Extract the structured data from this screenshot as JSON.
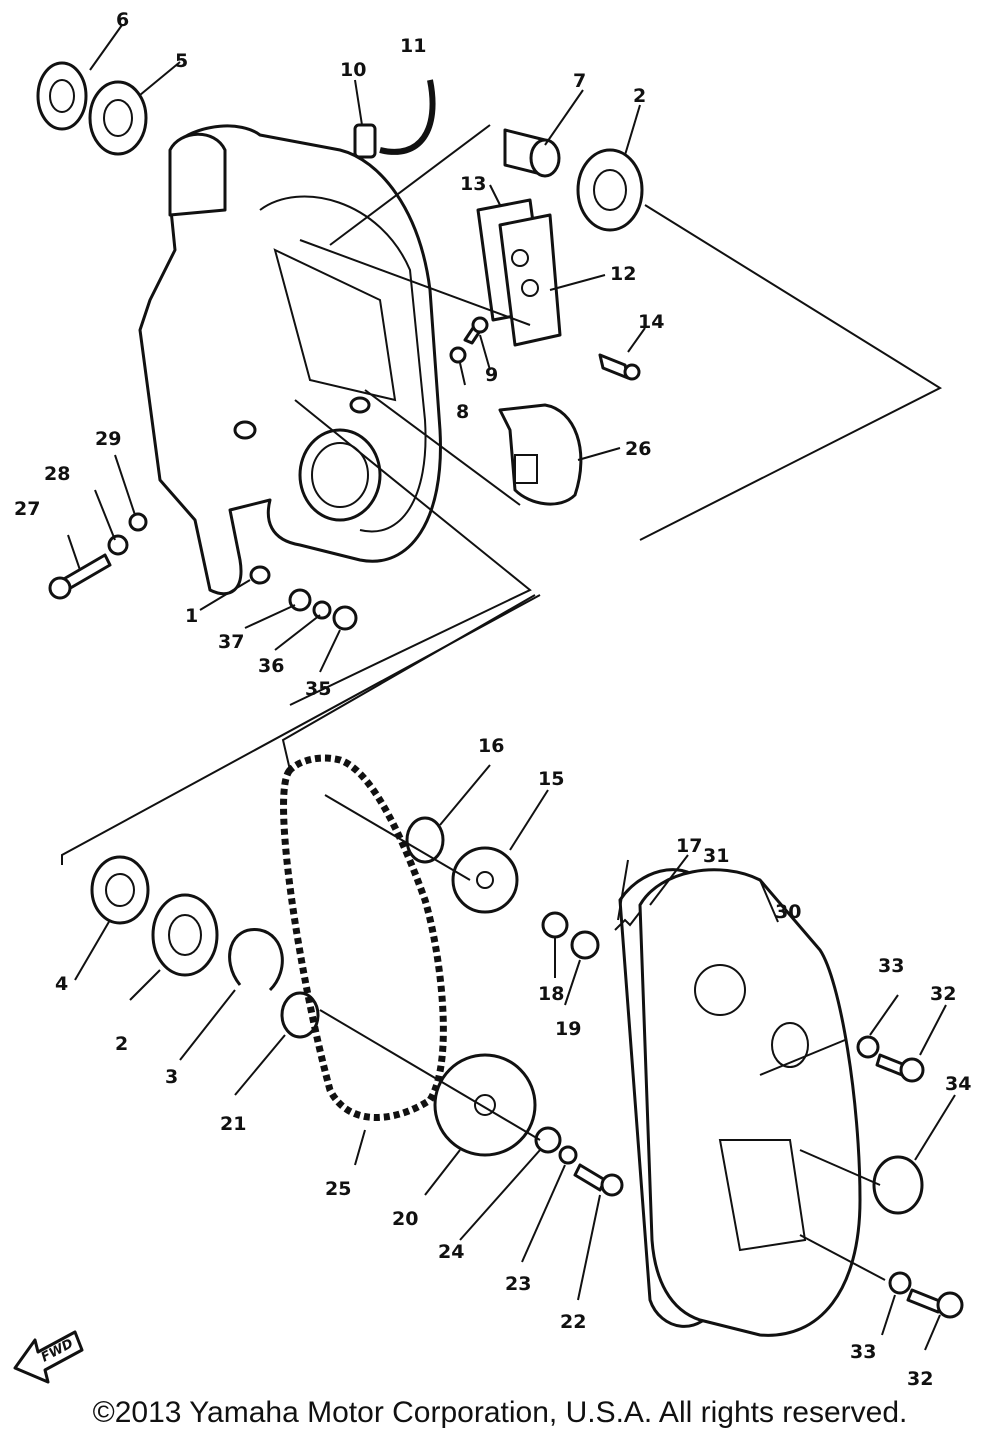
{
  "callouts": [
    {
      "id": "1",
      "label": "1"
    },
    {
      "id": "2a",
      "label": "2"
    },
    {
      "id": "2b",
      "label": "2"
    },
    {
      "id": "3",
      "label": "3"
    },
    {
      "id": "4",
      "label": "4"
    },
    {
      "id": "5",
      "label": "5"
    },
    {
      "id": "6",
      "label": "6"
    },
    {
      "id": "7",
      "label": "7"
    },
    {
      "id": "8",
      "label": "8"
    },
    {
      "id": "9",
      "label": "9"
    },
    {
      "id": "10",
      "label": "10"
    },
    {
      "id": "11",
      "label": "11"
    },
    {
      "id": "12",
      "label": "12"
    },
    {
      "id": "13",
      "label": "13"
    },
    {
      "id": "14",
      "label": "14"
    },
    {
      "id": "15",
      "label": "15"
    },
    {
      "id": "16",
      "label": "16"
    },
    {
      "id": "17",
      "label": "17"
    },
    {
      "id": "18",
      "label": "18"
    },
    {
      "id": "19",
      "label": "19"
    },
    {
      "id": "20",
      "label": "20"
    },
    {
      "id": "21",
      "label": "21"
    },
    {
      "id": "22",
      "label": "22"
    },
    {
      "id": "23",
      "label": "23"
    },
    {
      "id": "24",
      "label": "24"
    },
    {
      "id": "25",
      "label": "25"
    },
    {
      "id": "26",
      "label": "26"
    },
    {
      "id": "27",
      "label": "27"
    },
    {
      "id": "28",
      "label": "28"
    },
    {
      "id": "29",
      "label": "29"
    },
    {
      "id": "30",
      "label": "30"
    },
    {
      "id": "31",
      "label": "31"
    },
    {
      "id": "32a",
      "label": "32"
    },
    {
      "id": "32b",
      "label": "32"
    },
    {
      "id": "33a",
      "label": "33"
    },
    {
      "id": "33b",
      "label": "33"
    },
    {
      "id": "34",
      "label": "34"
    },
    {
      "id": "35",
      "label": "35"
    },
    {
      "id": "36",
      "label": "36"
    },
    {
      "id": "37",
      "label": "37"
    }
  ],
  "fwd_label": "FWD",
  "copyright": "©2013 Yamaha Motor Corporation, U.S.A. All rights reserved."
}
